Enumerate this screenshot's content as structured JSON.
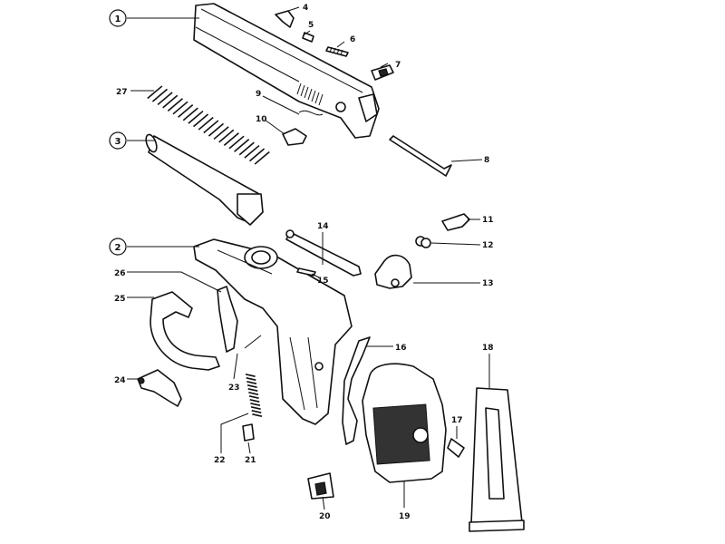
{
  "diagram": {
    "colors": {
      "ink": "#111111",
      "paper": "#ffffff"
    },
    "callouts": [
      {
        "id": "1",
        "label": "1",
        "style": "circle"
      },
      {
        "id": "2",
        "label": "2",
        "style": "circle"
      },
      {
        "id": "3",
        "label": "3",
        "style": "circle"
      },
      {
        "id": "4",
        "label": "4"
      },
      {
        "id": "5",
        "label": "5"
      },
      {
        "id": "6",
        "label": "6"
      },
      {
        "id": "7",
        "label": "7"
      },
      {
        "id": "8",
        "label": "8"
      },
      {
        "id": "9",
        "label": "9"
      },
      {
        "id": "10",
        "label": "10"
      },
      {
        "id": "11",
        "label": "11"
      },
      {
        "id": "12",
        "label": "12"
      },
      {
        "id": "13",
        "label": "13"
      },
      {
        "id": "14",
        "label": "14"
      },
      {
        "id": "15",
        "label": "15"
      },
      {
        "id": "16",
        "label": "16"
      },
      {
        "id": "17",
        "label": "17"
      },
      {
        "id": "18",
        "label": "18"
      },
      {
        "id": "19",
        "label": "19"
      },
      {
        "id": "20",
        "label": "20"
      },
      {
        "id": "21",
        "label": "21"
      },
      {
        "id": "22",
        "label": "22"
      },
      {
        "id": "23",
        "label": "23"
      },
      {
        "id": "24",
        "label": "24"
      },
      {
        "id": "25",
        "label": "25"
      },
      {
        "id": "26",
        "label": "26"
      },
      {
        "id": "27",
        "label": "27"
      }
    ]
  }
}
